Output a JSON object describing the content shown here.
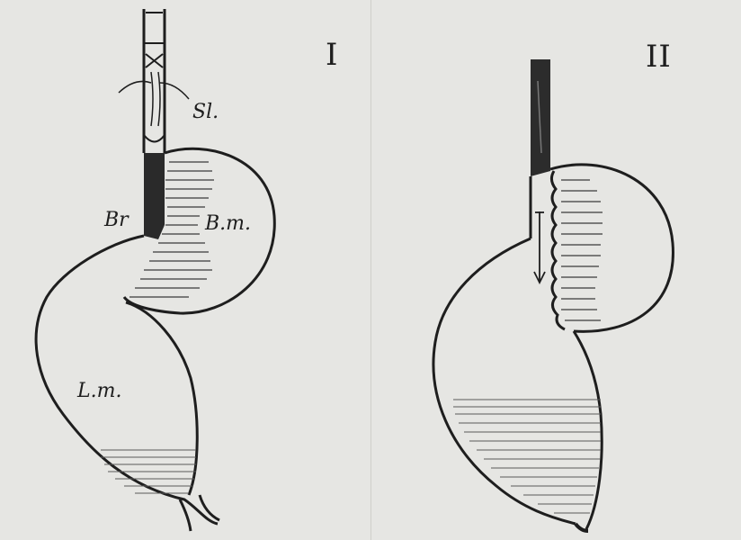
{
  "panels": [
    {
      "numeral": "I",
      "labels": {
        "sl": "Sl.",
        "br": "Br",
        "bm": "B.m.",
        "lm": "L.m."
      }
    },
    {
      "numeral": "II"
    }
  ],
  "colors": {
    "ink": "#1e1e1e",
    "paper": "#e6e6e3"
  }
}
